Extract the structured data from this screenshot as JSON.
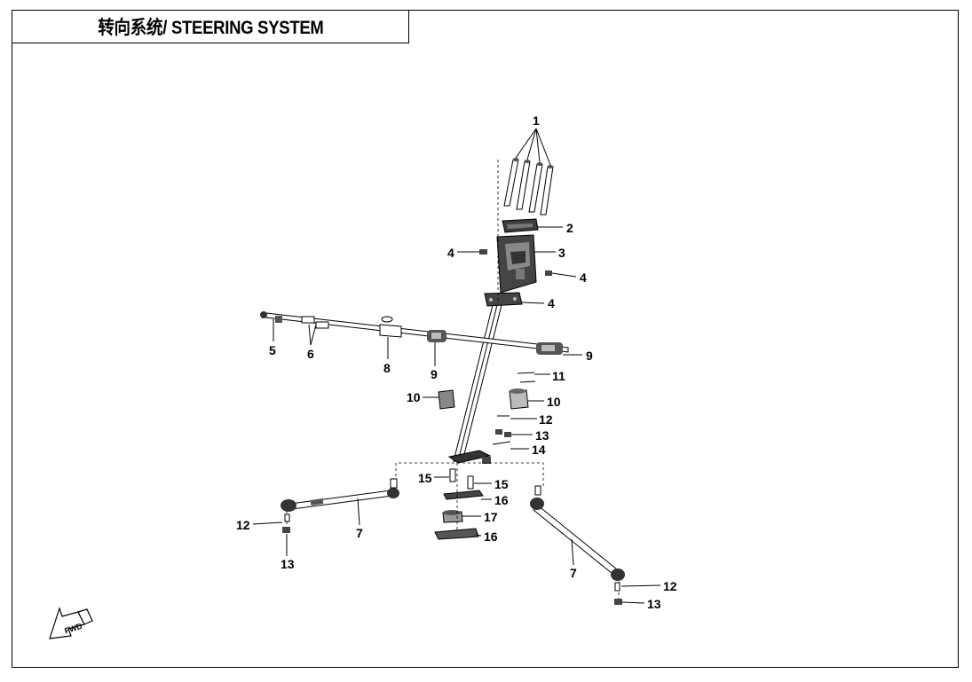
{
  "title": "转向系统/ STEERING SYSTEM",
  "fwd_label": "FWD",
  "callouts": {
    "c1": "1",
    "c2": "2",
    "c3": "3",
    "c4a": "4",
    "c4b": "4",
    "c4c": "4",
    "c5": "5",
    "c6": "6",
    "c7a": "7",
    "c7b": "7",
    "c8": "8",
    "c9a": "9",
    "c9b": "9",
    "c10a": "10",
    "c10b": "10",
    "c11": "11",
    "c12a": "12",
    "c12b": "12",
    "c12c": "12",
    "c13a": "13",
    "c13b": "13",
    "c13c": "13",
    "c14": "14",
    "c15a": "15",
    "c15b": "15",
    "c16a": "16",
    "c16b": "16",
    "c17": "17"
  }
}
